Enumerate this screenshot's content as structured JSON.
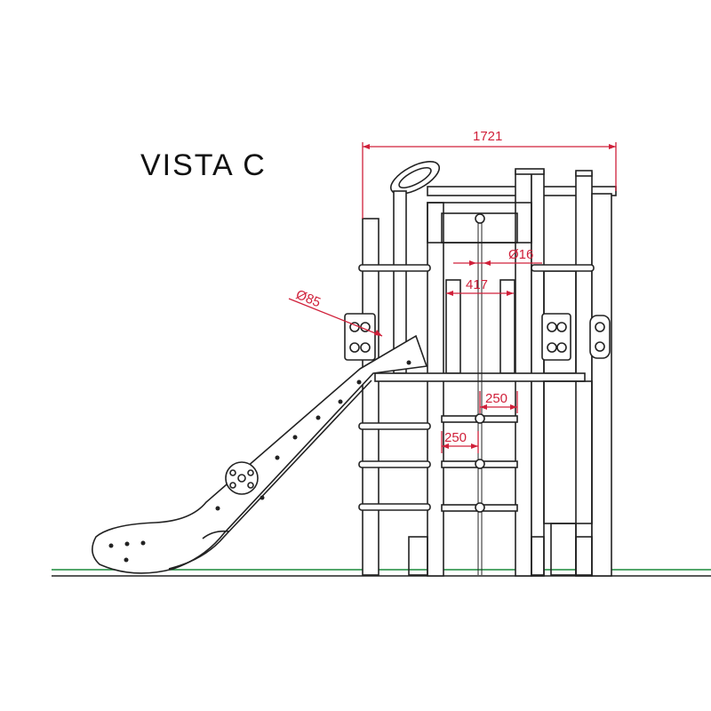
{
  "title": "VISTA  C",
  "colors": {
    "dimension": "#d0203a",
    "ground": "#1a8a3a",
    "outline": "#222222"
  },
  "dimensions": {
    "overall_width": "1721",
    "rail_diameter": "Ø85",
    "rope_diameter": "Ø16",
    "rope_spacing": "417",
    "net_spacing_horizontal": "250",
    "net_spacing_vertical": "250"
  }
}
